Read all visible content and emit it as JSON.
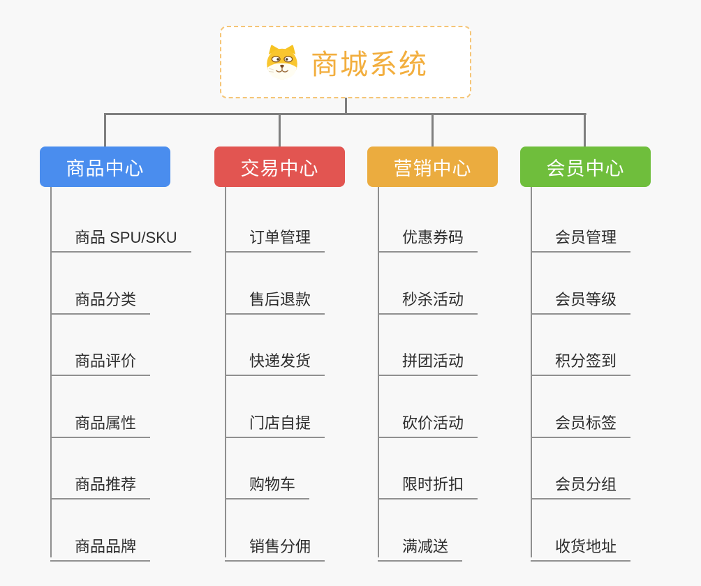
{
  "root": {
    "title": "商城系统",
    "icon": "shiba-dog-icon"
  },
  "colors": {
    "background": "#f8f8f8",
    "root_accent": "#f2ae3e",
    "root_border": "#f5c577",
    "connector": "#7f7f7f",
    "underline": "#909090",
    "subtopic_text": "#2d2d2d"
  },
  "branches": [
    {
      "label": "商品中心",
      "color": "#4a8dee",
      "items": [
        "商品 SPU/SKU",
        "商品分类",
        "商品评价",
        "商品属性",
        "商品推荐",
        "商品品牌"
      ]
    },
    {
      "label": "交易中心",
      "color": "#e25551",
      "items": [
        "订单管理",
        "售后退款",
        "快递发货",
        "门店自提",
        "购物车",
        "销售分佣"
      ]
    },
    {
      "label": "营销中心",
      "color": "#ebac3f",
      "items": [
        "优惠券码",
        "秒杀活动",
        "拼团活动",
        "砍价活动",
        "限时折扣",
        "满减送"
      ]
    },
    {
      "label": "会员中心",
      "color": "#6fbe3c",
      "items": [
        "会员管理",
        "会员等级",
        "积分签到",
        "会员标签",
        "会员分组",
        "收货地址"
      ]
    }
  ]
}
